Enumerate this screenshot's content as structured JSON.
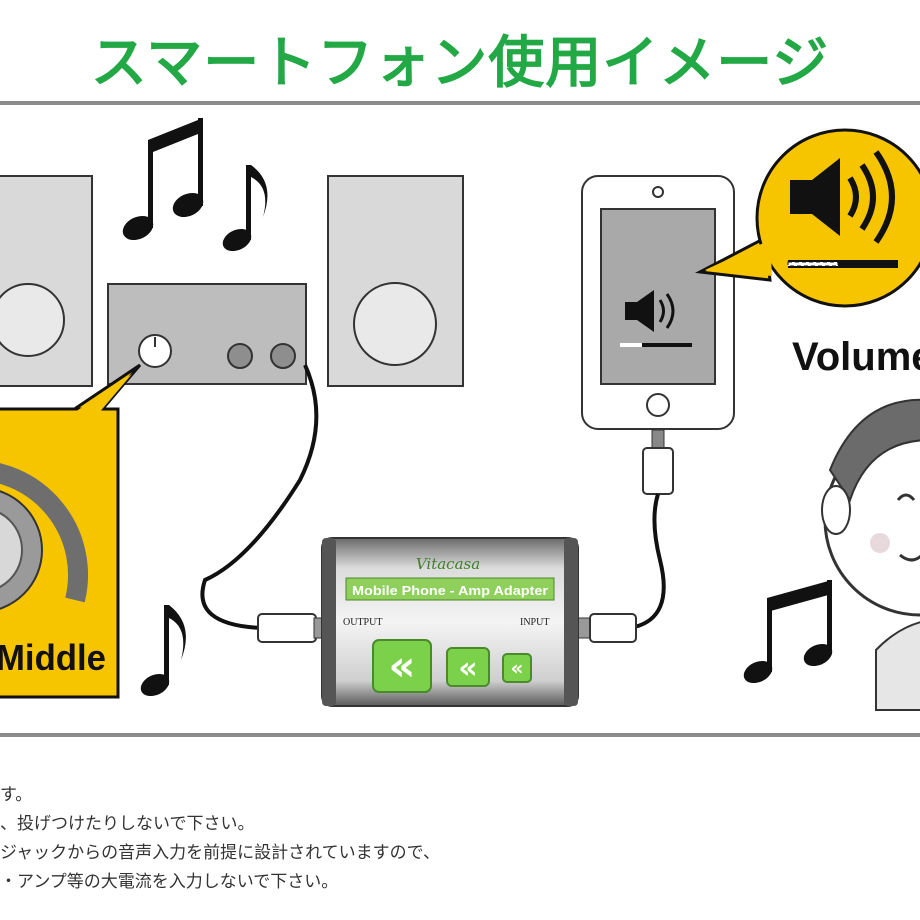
{
  "title": "スマートフォン使用イメージ",
  "colors": {
    "title_green": "#22a845",
    "callout_yellow": "#f7c400",
    "panel_gray": "#d6d6d6",
    "screen_gray": "#a9a9a9",
    "button_green": "#7bd14a"
  },
  "amp_callout": {
    "label": "Middle"
  },
  "phone_callout": {
    "label": "Volume"
  },
  "adapter": {
    "brand": "Vitacasa",
    "name": "Mobile Phone - Amp Adapter",
    "output_label": "OUTPUT",
    "input_label": "INPUT",
    "arrow_glyph": "«"
  },
  "notes": [
    "す。",
    "、投げつけたりしないで下さい。",
    "ジャックからの音声入力を前提に設計されていますので、",
    "・アンプ等の大電流を入力しないで下さい。"
  ]
}
